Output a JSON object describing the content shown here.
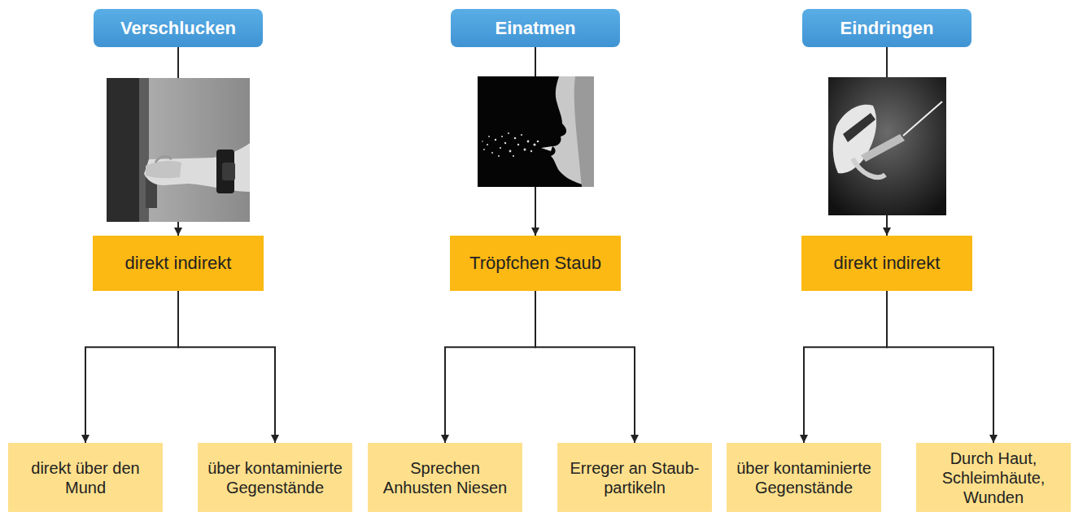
{
  "diagram": {
    "nodes": [
      {
        "text": [
          "Verschlucken"
        ]
      },
      {
        "text": [
          "Einatmen"
        ]
      },
      {
        "text": [
          "Eindringen"
        ]
      },
      {
        "text": [
          "direkt indirekt"
        ]
      },
      {
        "text": [
          "Tröpfchen Staub"
        ]
      },
      {
        "text": [
          "direkt indirekt"
        ]
      },
      {
        "text": [
          "direkt über den Mund"
        ]
      },
      {
        "text": [
          "über kontaminierte Gegenstände"
        ]
      },
      {
        "text": [
          "Sprechen Anhusten Niesen"
        ]
      },
      {
        "text": [
          "Erreger an Staub- partikeln"
        ]
      },
      {
        "text": [
          "über kontaminierte Gegenstände"
        ]
      },
      {
        "text": [
          "Durch Haut, Schleimhäute, Wunden"
        ]
      }
    ],
    "edges": [
      {
        "from": 0,
        "to": 3,
        "arrow": "to"
      },
      {
        "from": 1,
        "to": 4,
        "arrow": "to"
      },
      {
        "from": 2,
        "to": 5,
        "arrow": "to"
      },
      {
        "from": 3,
        "to": 6,
        "arrow": "to"
      },
      {
        "from": 3,
        "to": 7,
        "arrow": "to"
      },
      {
        "from": 4,
        "to": 8,
        "arrow": "to"
      },
      {
        "from": 4,
        "to": 9,
        "arrow": "to"
      },
      {
        "from": 5,
        "to": 10,
        "arrow": "to"
      },
      {
        "from": 5,
        "to": 11,
        "arrow": "to"
      }
    ]
  }
}
